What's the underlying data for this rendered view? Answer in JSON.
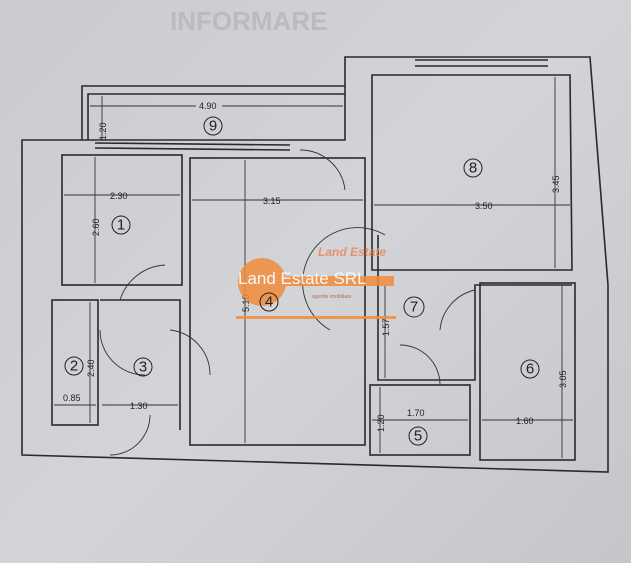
{
  "background_text": "INFORMARE",
  "rooms": [
    {
      "number": "1"
    },
    {
      "number": "2"
    },
    {
      "number": "3"
    },
    {
      "number": "4"
    },
    {
      "number": "5"
    },
    {
      "number": "6"
    },
    {
      "number": "7"
    },
    {
      "number": "8"
    },
    {
      "number": "9"
    }
  ],
  "dimensions": {
    "balcony_width": "4.90",
    "balcony_depth": "1.20",
    "room1_width": "2.30",
    "room1_depth": "2.60",
    "room4_width": "3.15",
    "room4_depth": "5.10",
    "room8_width": "3.50",
    "room8_depth": "3.45",
    "room7_depth": "1.57",
    "room2_depth": "2.40",
    "room2_width": "0.85",
    "room3_width": "1.30",
    "room5_width": "1.70",
    "room5_depth": "1.20",
    "room6_depth": "3.05",
    "room6_width": "1.60"
  },
  "watermark": {
    "brand": "Land Estate",
    "company": "Land Estate SRL",
    "tagline": "agentie imobiliara",
    "color": "#f28c3c"
  }
}
